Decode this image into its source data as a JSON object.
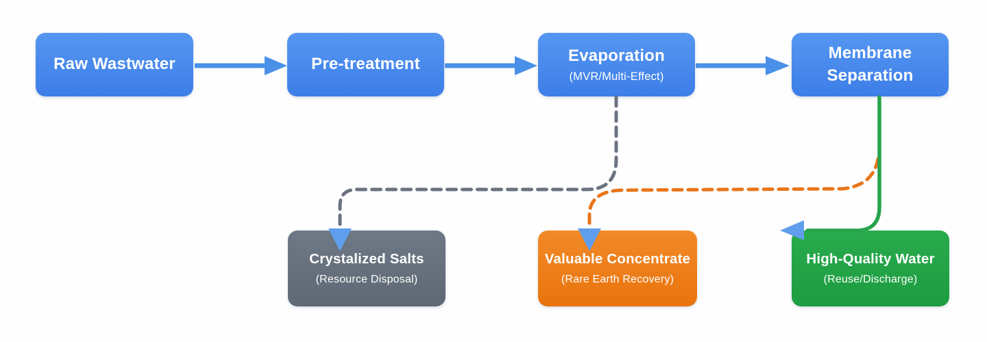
{
  "page": {
    "background": "#fefefe",
    "description": "Wastewater treatment process flow diagram"
  },
  "colors": {
    "flow_blue": "#4a90e8",
    "node_blue_top": "#5596f1",
    "node_blue_bottom": "#3d7ee8",
    "node_gray_top": "#6e7886",
    "node_gray_bottom": "#5f6975",
    "node_orange_top": "#f18a28",
    "node_orange_bottom": "#e9730d",
    "node_green_top": "#29ab4d",
    "node_green_bottom": "#1d9c40",
    "edge_gray": "#6b7280",
    "edge_orange": "#e8761b",
    "edge_green": "#27a44b",
    "arrowhead_blue": "#5e9eec"
  },
  "nodes": {
    "raw_wastewater": {
      "label": "Raw Wastwater"
    },
    "pre_treatment": {
      "label": "Pre-treatment"
    },
    "evaporation": {
      "label": "Evaporation",
      "sublabel": "(MVR/Multi-Effect)"
    },
    "membrane_separation": {
      "label": "Membrane Separation"
    },
    "crystalized_salts": {
      "label": "Crystalized Salts",
      "sublabel": "(Resource Disposal)"
    },
    "valuable_concentrate": {
      "label": "Valuable Concentrate",
      "sublabel": "(Rare Earth Recovery)"
    },
    "high_quality_water": {
      "label": "High-Quality Water",
      "sublabel": "(Reuse/Discharge)"
    }
  },
  "edges": [
    {
      "from": "Raw Wastwater",
      "to": "Pre-treatment",
      "style": "solid",
      "color": "blue"
    },
    {
      "from": "Pre-treatment",
      "to": "Evaporation (MVR/Multi-Effect)",
      "style": "solid",
      "color": "blue"
    },
    {
      "from": "Evaporation (MVR/Multi-Effect)",
      "to": "Membrane Separation",
      "style": "solid",
      "color": "blue"
    },
    {
      "from": "Evaporation (MVR/Multi-Effect)",
      "to": "Crystalized Salts (Resource Disposal)",
      "style": "dashed",
      "color": "gray"
    },
    {
      "from": "Membrane Separation",
      "to": "Valuable Concentrate (Rare Earth Recovery)",
      "style": "dashed",
      "color": "orange"
    },
    {
      "from": "Membrane Separation",
      "to": "High-Quality Water (Reuse/Discharge)",
      "style": "solid",
      "color": "green"
    }
  ]
}
